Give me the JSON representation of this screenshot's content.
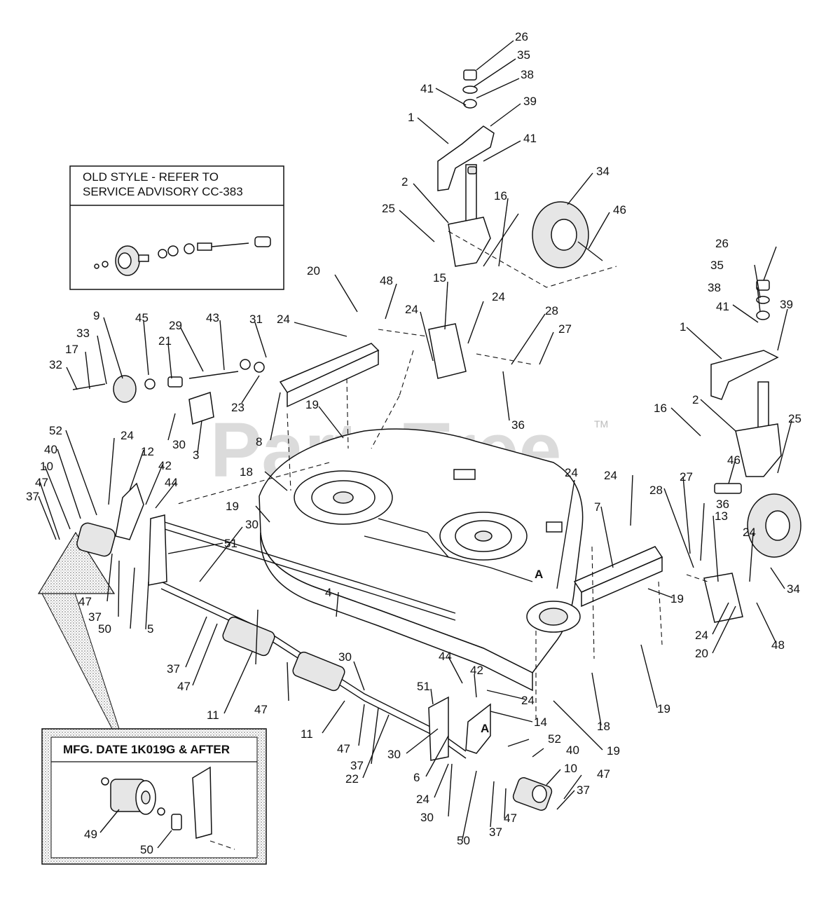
{
  "watermark": {
    "text": "PartsTree",
    "trademark": "TM"
  },
  "old_style_box": {
    "line1": "OLD STYLE - REFER TO",
    "line2": "SERVICE ADVISORY CC-383"
  },
  "mfg_box": {
    "title": "MFG. DATE 1K019G & AFTER"
  },
  "callouts": [
    {
      "label": "26"
    },
    {
      "label": "35"
    },
    {
      "label": "38"
    },
    {
      "label": "41"
    },
    {
      "label": "39"
    },
    {
      "label": "1"
    },
    {
      "label": "41"
    },
    {
      "label": "34"
    },
    {
      "label": "2"
    },
    {
      "label": "16"
    },
    {
      "label": "25"
    },
    {
      "label": "46"
    },
    {
      "label": "20"
    },
    {
      "label": "48"
    },
    {
      "label": "15"
    },
    {
      "label": "24"
    },
    {
      "label": "24"
    },
    {
      "label": "28"
    },
    {
      "label": "27"
    },
    {
      "label": "9"
    },
    {
      "label": "45"
    },
    {
      "label": "29"
    },
    {
      "label": "43"
    },
    {
      "label": "31"
    },
    {
      "label": "24"
    },
    {
      "label": "33"
    },
    {
      "label": "17"
    },
    {
      "label": "21"
    },
    {
      "label": "32"
    },
    {
      "label": "23"
    },
    {
      "label": "19"
    },
    {
      "label": "36"
    },
    {
      "label": "30"
    },
    {
      "label": "3"
    },
    {
      "label": "8"
    },
    {
      "label": "26"
    },
    {
      "label": "35"
    },
    {
      "label": "38"
    },
    {
      "label": "41"
    },
    {
      "label": "39"
    },
    {
      "label": "1"
    },
    {
      "label": "16"
    },
    {
      "label": "2"
    },
    {
      "label": "25"
    },
    {
      "label": "46"
    },
    {
      "label": "52"
    },
    {
      "label": "24"
    },
    {
      "label": "12"
    },
    {
      "label": "40"
    },
    {
      "label": "42"
    },
    {
      "label": "10"
    },
    {
      "label": "44"
    },
    {
      "label": "47"
    },
    {
      "label": "18"
    },
    {
      "label": "37"
    },
    {
      "label": "19"
    },
    {
      "label": "24"
    },
    {
      "label": "24"
    },
    {
      "label": "27"
    },
    {
      "label": "28"
    },
    {
      "label": "36"
    },
    {
      "label": "13"
    },
    {
      "label": "7"
    },
    {
      "label": "24"
    },
    {
      "label": "51"
    },
    {
      "label": "30"
    },
    {
      "label": "34"
    },
    {
      "label": "47"
    },
    {
      "label": "37"
    },
    {
      "label": "50"
    },
    {
      "label": "5"
    },
    {
      "label": "4"
    },
    {
      "label": "A"
    },
    {
      "label": "19"
    },
    {
      "label": "24"
    },
    {
      "label": "48"
    },
    {
      "label": "20"
    },
    {
      "label": "37"
    },
    {
      "label": "47"
    },
    {
      "label": "30"
    },
    {
      "label": "44"
    },
    {
      "label": "42"
    },
    {
      "label": "51"
    },
    {
      "label": "24"
    },
    {
      "label": "14"
    },
    {
      "label": "18"
    },
    {
      "label": "19"
    },
    {
      "label": "11"
    },
    {
      "label": "47"
    },
    {
      "label": "11"
    },
    {
      "label": "47"
    },
    {
      "label": "37"
    },
    {
      "label": "A"
    },
    {
      "label": "52"
    },
    {
      "label": "40"
    },
    {
      "label": "19"
    },
    {
      "label": "30"
    },
    {
      "label": "22"
    },
    {
      "label": "6"
    },
    {
      "label": "24"
    },
    {
      "label": "10"
    },
    {
      "label": "47"
    },
    {
      "label": "37"
    },
    {
      "label": "30"
    },
    {
      "label": "50"
    },
    {
      "label": "37"
    },
    {
      "label": "47"
    },
    {
      "label": "49"
    },
    {
      "label": "50"
    }
  ]
}
